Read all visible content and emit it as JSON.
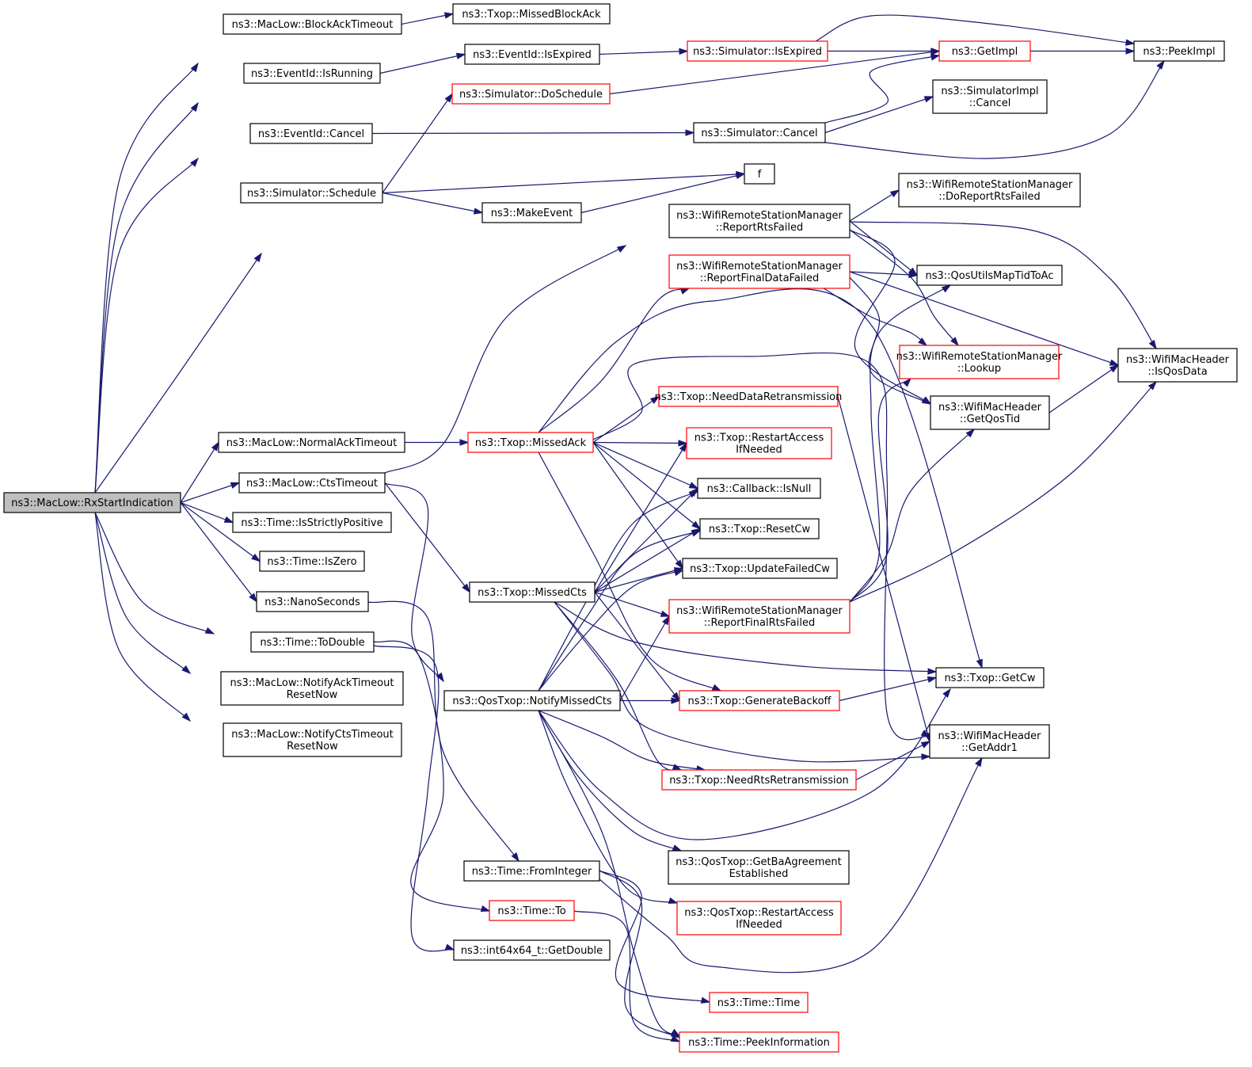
{
  "nodes": [
    {
      "id": "rx",
      "lines": [
        "ns3::MacLow::RxStartIndication"
      ],
      "style": "root"
    },
    {
      "id": "bat",
      "lines": [
        "ns3::MacLow::BlockAckTimeout"
      ],
      "style": "black"
    },
    {
      "id": "mba",
      "lines": [
        "ns3::Txop::MissedBlockAck"
      ],
      "style": "black"
    },
    {
      "id": "isr",
      "lines": [
        "ns3::EventId::IsRunning"
      ],
      "style": "black"
    },
    {
      "id": "isexp",
      "lines": [
        "ns3::EventId::IsExpired"
      ],
      "style": "black"
    },
    {
      "id": "simexp",
      "lines": [
        "ns3::Simulator::IsExpired"
      ],
      "style": "red"
    },
    {
      "id": "getimpl",
      "lines": [
        "ns3::GetImpl"
      ],
      "style": "red"
    },
    {
      "id": "peekimpl",
      "lines": [
        "ns3::PeekImpl"
      ],
      "style": "black"
    },
    {
      "id": "dosched",
      "lines": [
        "ns3::Simulator::DoSchedule"
      ],
      "style": "red"
    },
    {
      "id": "simimplc",
      "lines": [
        "ns3::SimulatorImpl",
        "::Cancel"
      ],
      "style": "black"
    },
    {
      "id": "evcancel",
      "lines": [
        "ns3::EventId::Cancel"
      ],
      "style": "black"
    },
    {
      "id": "simcancel",
      "lines": [
        "ns3::Simulator::Cancel"
      ],
      "style": "black"
    },
    {
      "id": "sched",
      "lines": [
        "ns3::Simulator::Schedule"
      ],
      "style": "black"
    },
    {
      "id": "f",
      "lines": [
        "f"
      ],
      "style": "black"
    },
    {
      "id": "mkev",
      "lines": [
        "ns3::MakeEvent"
      ],
      "style": "black"
    },
    {
      "id": "dorep",
      "lines": [
        "ns3::WifiRemoteStationManager",
        "::DoReportRtsFailed"
      ],
      "style": "black"
    },
    {
      "id": "reprts",
      "lines": [
        "ns3::WifiRemoteStationManager",
        "::ReportRtsFailed"
      ],
      "style": "black"
    },
    {
      "id": "repfdf",
      "lines": [
        "ns3::WifiRemoteStationManager",
        "::ReportFinalDataFailed"
      ],
      "style": "red"
    },
    {
      "id": "qosmap",
      "lines": [
        "ns3::QosUtilsMapTidToAc"
      ],
      "style": "black"
    },
    {
      "id": "lookup",
      "lines": [
        "ns3::WifiRemoteStationManager",
        "::Lookup"
      ],
      "style": "red"
    },
    {
      "id": "isqos",
      "lines": [
        "ns3::WifiMacHeader",
        "::IsQosData"
      ],
      "style": "black"
    },
    {
      "id": "ndr",
      "lines": [
        "ns3::Txop::NeedDataRetransmission"
      ],
      "style": "red"
    },
    {
      "id": "gqt",
      "lines": [
        "ns3::WifiMacHeader",
        "::GetQosTid"
      ],
      "style": "black"
    },
    {
      "id": "nat",
      "lines": [
        "ns3::MacLow::NormalAckTimeout"
      ],
      "style": "black"
    },
    {
      "id": "missack",
      "lines": [
        "ns3::Txop::MissedAck"
      ],
      "style": "red"
    },
    {
      "id": "rai",
      "lines": [
        "ns3::Txop::RestartAccess",
        "IfNeeded"
      ],
      "style": "red"
    },
    {
      "id": "cto",
      "lines": [
        "ns3::MacLow::CtsTimeout"
      ],
      "style": "black"
    },
    {
      "id": "cbnull",
      "lines": [
        "ns3::Callback::IsNull"
      ],
      "style": "black"
    },
    {
      "id": "strict",
      "lines": [
        "ns3::Time::IsStrictlyPositive"
      ],
      "style": "black"
    },
    {
      "id": "resetcw",
      "lines": [
        "ns3::Txop::ResetCw"
      ],
      "style": "black"
    },
    {
      "id": "iszero",
      "lines": [
        "ns3::Time::IsZero"
      ],
      "style": "black"
    },
    {
      "id": "ufcw",
      "lines": [
        "ns3::Txop::UpdateFailedCw"
      ],
      "style": "black"
    },
    {
      "id": "misscts",
      "lines": [
        "ns3::Txop::MissedCts"
      ],
      "style": "black"
    },
    {
      "id": "nano",
      "lines": [
        "ns3::NanoSeconds"
      ],
      "style": "black"
    },
    {
      "id": "repfrf",
      "lines": [
        "ns3::WifiRemoteStationManager",
        "::ReportFinalRtsFailed"
      ],
      "style": "red"
    },
    {
      "id": "todbl",
      "lines": [
        "ns3::Time::ToDouble"
      ],
      "style": "black"
    },
    {
      "id": "getcw",
      "lines": [
        "ns3::Txop::GetCw"
      ],
      "style": "black"
    },
    {
      "id": "natr",
      "lines": [
        "ns3::MacLow::NotifyAckTimeout",
        "ResetNow"
      ],
      "style": "black"
    },
    {
      "id": "nmc",
      "lines": [
        "ns3::QosTxop::NotifyMissedCts"
      ],
      "style": "black"
    },
    {
      "id": "genbo",
      "lines": [
        "ns3::Txop::GenerateBackoff"
      ],
      "style": "red"
    },
    {
      "id": "nctr",
      "lines": [
        "ns3::MacLow::NotifyCtsTimeout",
        "ResetNow"
      ],
      "style": "black"
    },
    {
      "id": "addr1",
      "lines": [
        "ns3::WifiMacHeader",
        "::GetAddr1"
      ],
      "style": "black"
    },
    {
      "id": "nrr",
      "lines": [
        "ns3::Txop::NeedRtsRetransmission"
      ],
      "style": "red"
    },
    {
      "id": "gbae",
      "lines": [
        "ns3::QosTxop::GetBaAgreement",
        "Established"
      ],
      "style": "black"
    },
    {
      "id": "fromint",
      "lines": [
        "ns3::Time::FromInteger"
      ],
      "style": "black"
    },
    {
      "id": "qrai",
      "lines": [
        "ns3::QosTxop::RestartAccess",
        "IfNeeded"
      ],
      "style": "red"
    },
    {
      "id": "timeto",
      "lines": [
        "ns3::Time::To"
      ],
      "style": "red"
    },
    {
      "id": "getdbl",
      "lines": [
        "ns3::int64x64_t::GetDouble"
      ],
      "style": "black"
    },
    {
      "id": "timetime",
      "lines": [
        "ns3::Time::Time"
      ],
      "style": "red"
    },
    {
      "id": "peekinfo",
      "lines": [
        "ns3::Time::PeekInformation"
      ],
      "style": "red"
    }
  ],
  "edges": [
    [
      "rx",
      "bat"
    ],
    [
      "rx",
      "isr"
    ],
    [
      "rx",
      "evcancel"
    ],
    [
      "rx",
      "sched"
    ],
    [
      "rx",
      "nat"
    ],
    [
      "rx",
      "cto"
    ],
    [
      "rx",
      "strict"
    ],
    [
      "rx",
      "iszero"
    ],
    [
      "rx",
      "nano"
    ],
    [
      "rx",
      "todbl"
    ],
    [
      "rx",
      "natr"
    ],
    [
      "rx",
      "nctr"
    ],
    [
      "bat",
      "mba"
    ],
    [
      "isr",
      "isexp"
    ],
    [
      "isexp",
      "simexp"
    ],
    [
      "simexp",
      "getimpl"
    ],
    [
      "simexp",
      "peekimpl"
    ],
    [
      "getimpl",
      "peekimpl"
    ],
    [
      "dosched",
      "getimpl"
    ],
    [
      "evcancel",
      "simcancel"
    ],
    [
      "simcancel",
      "getimpl"
    ],
    [
      "simcancel",
      "simimplc"
    ],
    [
      "simcancel",
      "peekimpl"
    ],
    [
      "sched",
      "dosched"
    ],
    [
      "sched",
      "f"
    ],
    [
      "sched",
      "mkev"
    ],
    [
      "mkev",
      "f"
    ],
    [
      "nat",
      "missack"
    ],
    [
      "cto",
      "reprts"
    ],
    [
      "cto",
      "misscts"
    ],
    [
      "cto",
      "nmc"
    ],
    [
      "reprts",
      "dorep"
    ],
    [
      "reprts",
      "qosmap"
    ],
    [
      "reprts",
      "lookup"
    ],
    [
      "reprts",
      "gqt"
    ],
    [
      "reprts",
      "isqos"
    ],
    [
      "repfdf",
      "qosmap"
    ],
    [
      "repfdf",
      "lookup"
    ],
    [
      "repfdf",
      "gqt"
    ],
    [
      "repfdf",
      "isqos"
    ],
    [
      "gqt",
      "isqos"
    ],
    [
      "missack",
      "repfdf"
    ],
    [
      "missack",
      "ndr"
    ],
    [
      "missack",
      "rai"
    ],
    [
      "missack",
      "cbnull"
    ],
    [
      "missack",
      "resetcw"
    ],
    [
      "missack",
      "ufcw"
    ],
    [
      "missack",
      "genbo"
    ],
    [
      "missack",
      "getcw"
    ],
    [
      "missack",
      "addr1"
    ],
    [
      "ndr",
      "addr1"
    ],
    [
      "misscts",
      "rai"
    ],
    [
      "misscts",
      "cbnull"
    ],
    [
      "misscts",
      "resetcw"
    ],
    [
      "misscts",
      "ufcw"
    ],
    [
      "misscts",
      "repfrf"
    ],
    [
      "misscts",
      "getcw"
    ],
    [
      "misscts",
      "genbo"
    ],
    [
      "misscts",
      "nrr"
    ],
    [
      "misscts",
      "addr1"
    ],
    [
      "repfrf",
      "qosmap"
    ],
    [
      "repfrf",
      "lookup"
    ],
    [
      "repfrf",
      "gqt"
    ],
    [
      "repfrf",
      "isqos"
    ],
    [
      "nmc",
      "cbnull"
    ],
    [
      "nmc",
      "resetcw"
    ],
    [
      "nmc",
      "ufcw"
    ],
    [
      "nmc",
      "repfrf"
    ],
    [
      "nmc",
      "genbo"
    ],
    [
      "nmc",
      "nrr"
    ],
    [
      "nmc",
      "getcw"
    ],
    [
      "nmc",
      "gbae"
    ],
    [
      "nmc",
      "qrai"
    ],
    [
      "nmc",
      "peekinfo"
    ],
    [
      "nrr",
      "addr1"
    ],
    [
      "genbo",
      "getcw"
    ],
    [
      "nano",
      "fromint"
    ],
    [
      "todbl",
      "timeto"
    ],
    [
      "todbl",
      "getdbl"
    ],
    [
      "fromint",
      "timetime"
    ],
    [
      "fromint",
      "peekinfo"
    ],
    [
      "fromint",
      "addr1"
    ],
    [
      "timeto",
      "peekinfo"
    ]
  ]
}
